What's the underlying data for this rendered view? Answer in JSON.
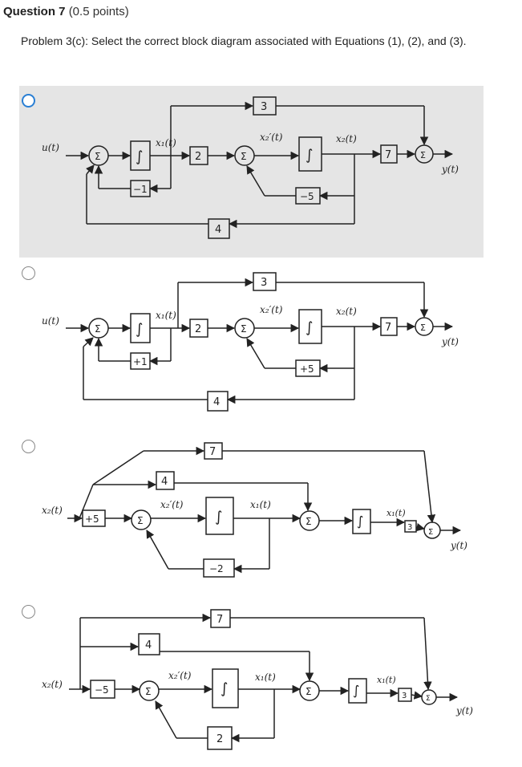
{
  "question": {
    "number_label": "Question 7",
    "points_label": "(0.5 points)",
    "prompt": "Problem 3(c): Select the correct block diagram associated with Equations (1), (2), and (3)."
  },
  "options": [
    {
      "selected": true,
      "labels": {
        "input": "u(t)",
        "sum": "Σ",
        "integ": "∫",
        "x1": "x₁(t)",
        "gain_mid": "2",
        "xp": "x₂′(t)",
        "x2": "x₂(t)",
        "gain_top": "3",
        "gain_fb1": "−1",
        "gain_fb2": "−5",
        "gain_bottom": "4",
        "gain_out": "7",
        "output": "y(t)"
      }
    },
    {
      "selected": false,
      "labels": {
        "input": "u(t)",
        "sum": "Σ",
        "integ": "∫",
        "x1": "x₁(t)",
        "gain_mid": "2",
        "xp": "x₂′(t)",
        "x2": "x₂(t)",
        "gain_top": "3",
        "gain_fb1": "+1",
        "gain_fb2": "+5",
        "gain_bottom": "4",
        "gain_out": "7",
        "output": "y(t)"
      }
    },
    {
      "selected": false,
      "labels": {
        "input": "x₂(t)",
        "gain_in": "+5",
        "sum": "Σ",
        "integ": "∫",
        "xp": "x₂′(t)",
        "x1": "x₁(t)",
        "gain_top": "7",
        "gain_mid": "4",
        "gain_fb": "−2",
        "x1b": "x₁(t)",
        "gain_out": "3",
        "output": "y(t)"
      }
    },
    {
      "selected": false,
      "labels": {
        "input": "x₂(t)",
        "gain_in": "−5",
        "sum": "Σ",
        "integ": "∫",
        "xp": "x₂′(t)",
        "x1": "x₁(t)",
        "gain_top": "7",
        "gain_mid": "4",
        "gain_fb": "2",
        "x1b": "x₁(t)",
        "gain_out": "3",
        "output": "y(t)"
      }
    }
  ]
}
